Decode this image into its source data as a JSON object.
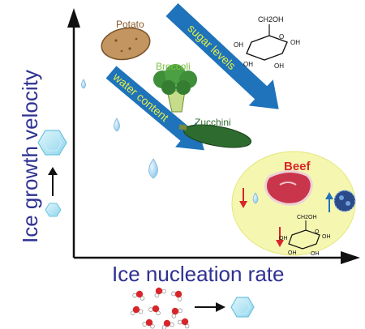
{
  "axes": {
    "y_label": "Ice growth velocity",
    "x_label": "Ice nucleation rate"
  },
  "arrows": {
    "sugar": "sugar levels",
    "water": "water content"
  },
  "foods": {
    "potato": "Potato",
    "broccoli": "Broccoli",
    "zucchini": "Zucchini",
    "beef": "Beef"
  },
  "glucose": {
    "ch2oh": "CH2OH",
    "oh": "OH"
  },
  "colors": {
    "axis_label": "#2e3192",
    "arrow_fill": "#1f73bb",
    "arrow_text": "#e5ef45",
    "potato_label": "#8b5a2b",
    "broccoli_label": "#7bc043",
    "zucchini_label": "#2f6b2f",
    "beef_label": "#d7262b",
    "beef_circle": "#f5f7b0",
    "water_drop": "#a9d4ef",
    "ice_hex": "#a6e1f2",
    "down_arrow": "#d7262b",
    "up_arrow": "#1f73bb"
  }
}
